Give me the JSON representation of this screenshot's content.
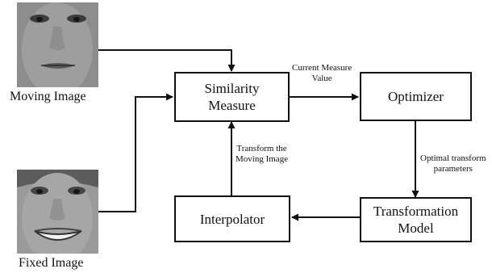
{
  "images": {
    "moving": {
      "caption": "Moving Image"
    },
    "fixed": {
      "caption": "Fixed Image"
    }
  },
  "boxes": {
    "similarity": {
      "line1": "Similarity",
      "line2": "Measure"
    },
    "optimizer": {
      "label": "Optimizer"
    },
    "transformation": {
      "line1": "Transformation",
      "line2": "Model"
    },
    "interpolator": {
      "label": "Interpolator"
    }
  },
  "edge_labels": {
    "current_measure": {
      "line1": "Current Measure",
      "line2": "Value"
    },
    "optimal_transform": {
      "line1": "Optimal transform",
      "line2": "parameters"
    },
    "transform_moving": {
      "line1": "Transform the",
      "line2": "Moving Image"
    }
  }
}
